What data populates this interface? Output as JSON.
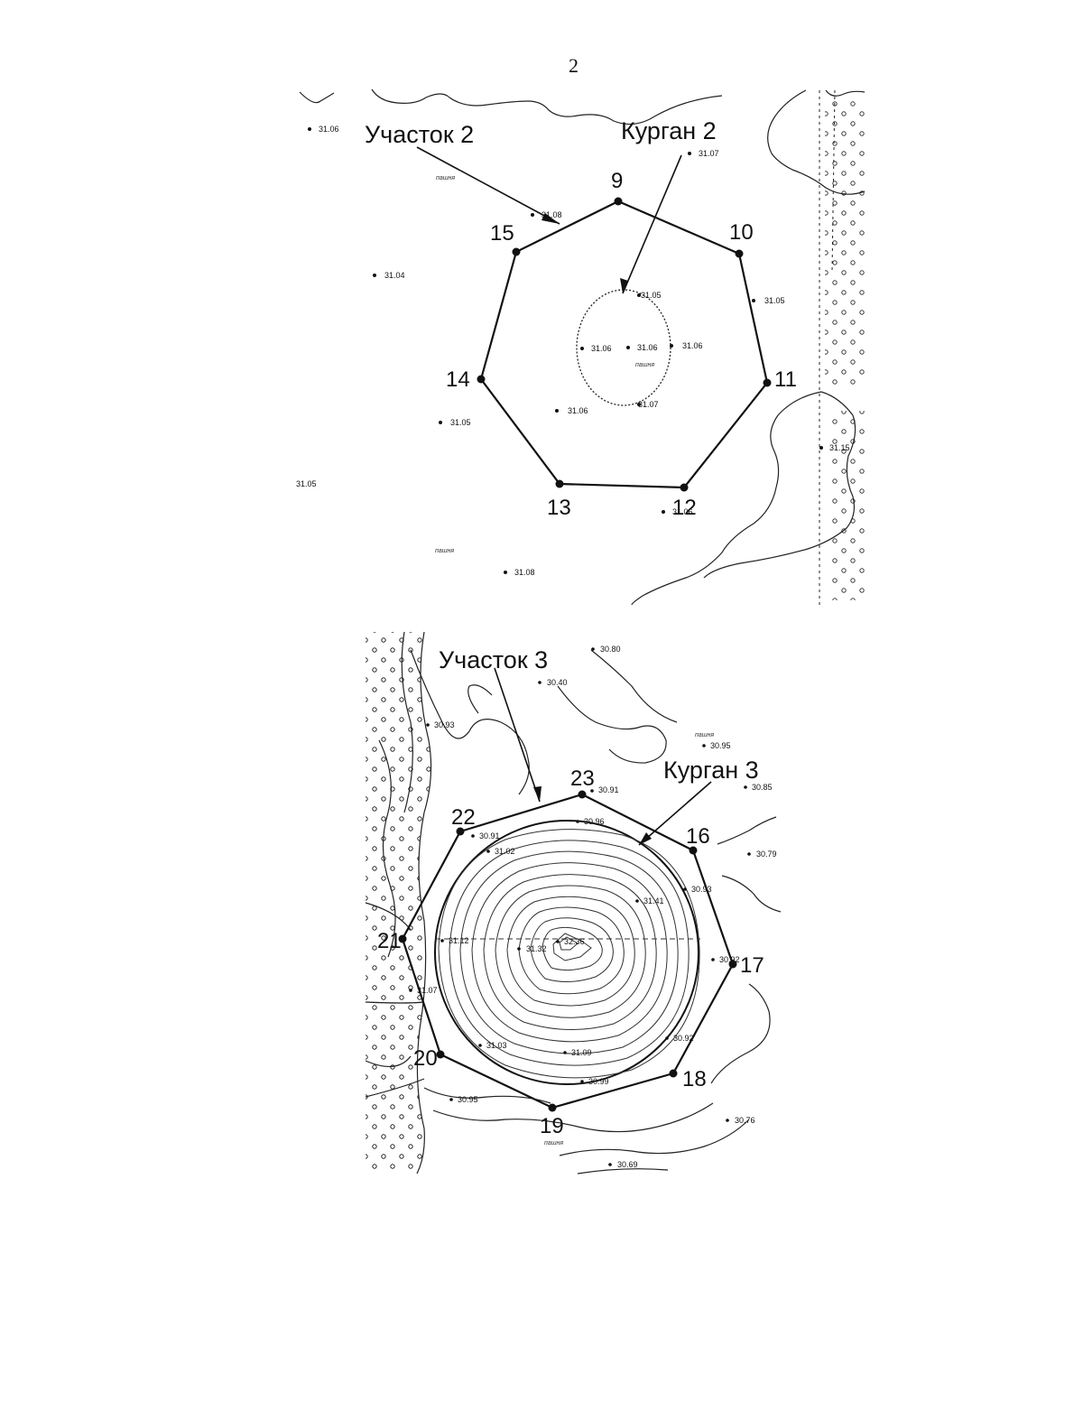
{
  "page_number": "2",
  "map1": {
    "plot_label": "Участок 2",
    "mound_label": "Курган 2",
    "vertices": [
      "9",
      "10",
      "11",
      "12",
      "13",
      "14",
      "15"
    ],
    "elevations": [
      "31.06",
      "31.08",
      "31.07",
      "31.04",
      "31.05",
      "31.05",
      "31.06",
      "31.06",
      "31.06",
      "31.07",
      "31.06",
      "31.05",
      "31.05",
      "31.15",
      "31.06",
      "31.08"
    ],
    "terrain_note": "пашня"
  },
  "map2": {
    "plot_label": "Участок 3",
    "mound_label": "Курган 3",
    "vertices": [
      "16",
      "17",
      "18",
      "19",
      "20",
      "21",
      "22",
      "23"
    ],
    "elevations": [
      "30.80",
      "30.40",
      "30.93",
      "30.91",
      "30.95",
      "30.96",
      "30.91",
      "31.02",
      "30.85",
      "30.79",
      "31.41",
      "30.93",
      "30.92",
      "31.32",
      "32.36",
      "31.12",
      "31.07",
      "31.03",
      "31.09",
      "30.99",
      "30.92",
      "30.95",
      "30.76",
      "30.69"
    ],
    "terrain_note": "пашня"
  }
}
